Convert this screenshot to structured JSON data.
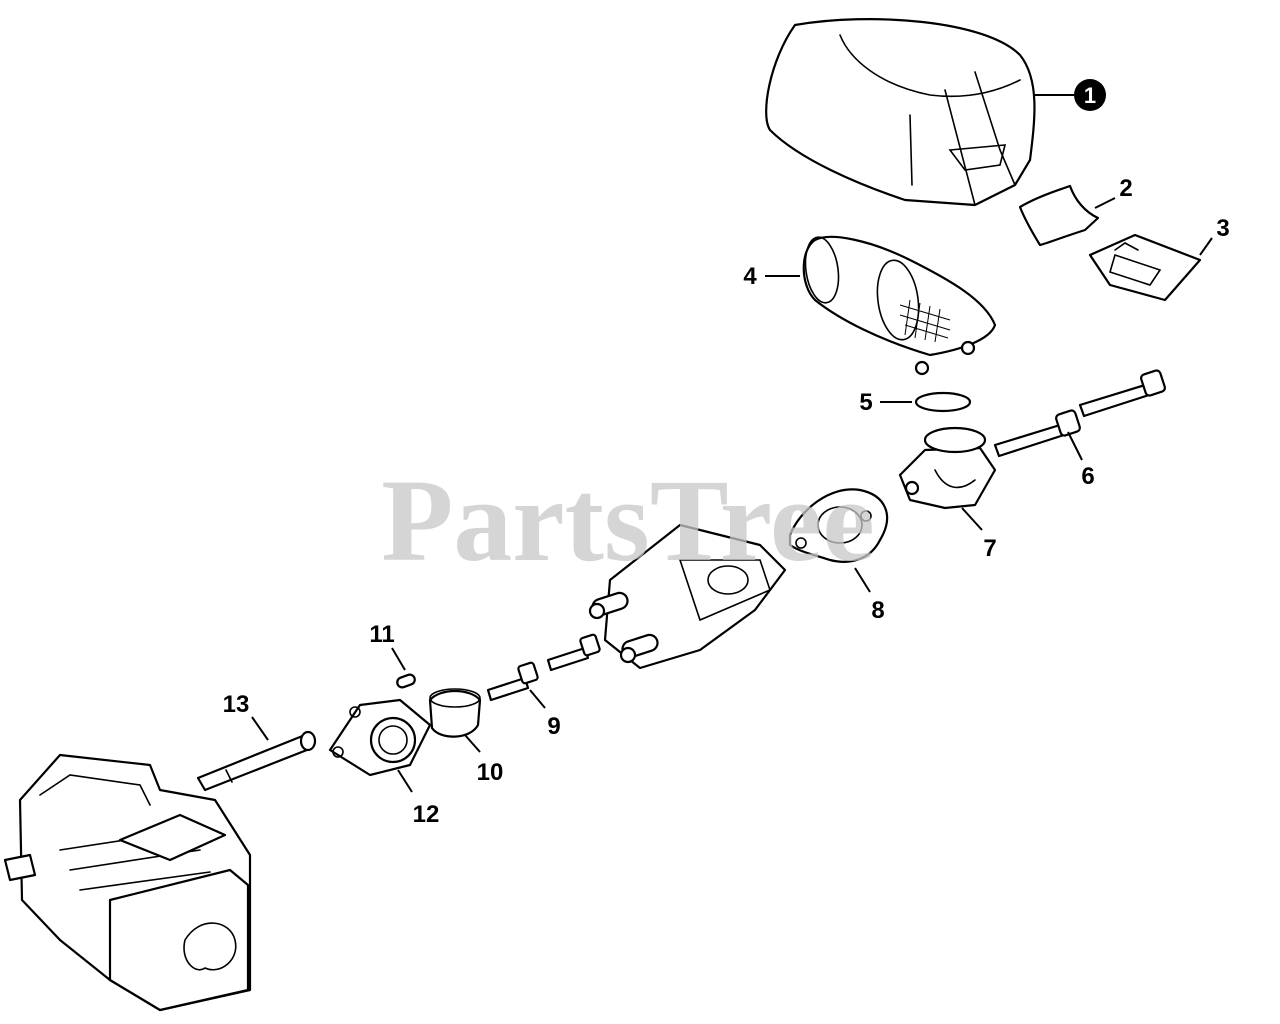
{
  "watermark": "PartsTree",
  "callouts": {
    "c1": "1",
    "c2": "2",
    "c3": "3",
    "c4": "4",
    "c5": "5",
    "c6": "6",
    "c7": "7",
    "c8": "8",
    "c9": "9",
    "c10": "10",
    "c11": "11",
    "c12": "12",
    "c13": "13"
  },
  "colors": {
    "line": "#000000",
    "watermark": "#c8c8c8",
    "highlight": "#000000"
  }
}
